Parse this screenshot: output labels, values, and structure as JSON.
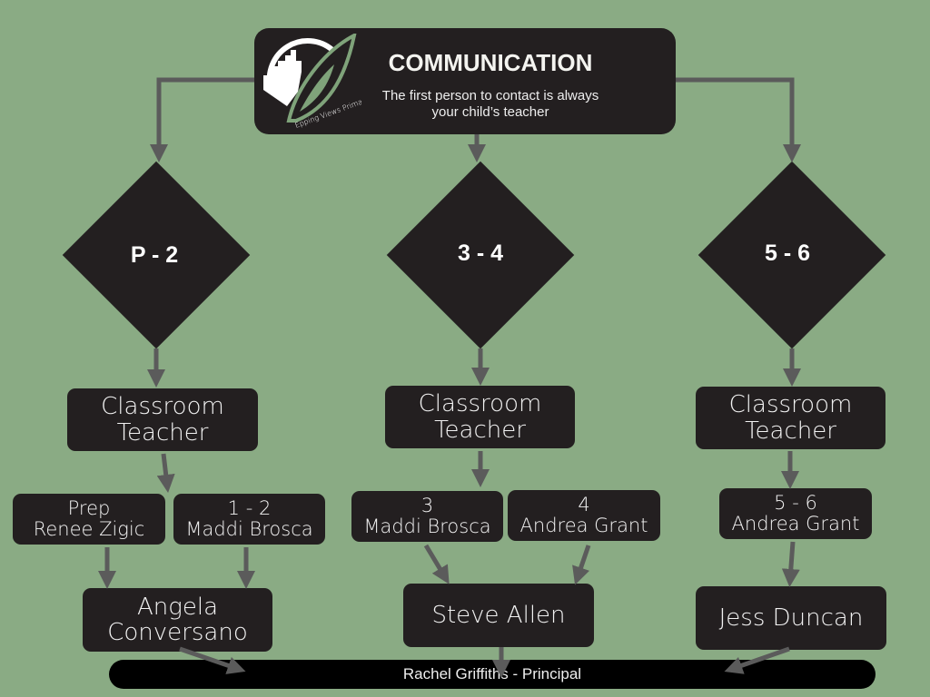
{
  "header": {
    "title": "COMMUNICATION",
    "subtitle_line1": "The first person to contact is always",
    "subtitle_line2": "your child’s teacher",
    "logo_text": "Epping Views Primary"
  },
  "columns": [
    {
      "band": "P - 2",
      "role_line1": "Classroom",
      "role_line2": "Teacher",
      "classes": [
        {
          "year": "Prep",
          "teacher": "Renee Zigic"
        },
        {
          "year": "1 - 2",
          "teacher": "Maddi Brosca"
        }
      ],
      "leader_line1": "Angela",
      "leader_line2": "Conversano"
    },
    {
      "band": "3 - 4",
      "role_line1": "Classroom",
      "role_line2": "Teacher",
      "classes": [
        {
          "year": "3",
          "teacher": "Maddi Brosca"
        },
        {
          "year": "4",
          "teacher": "Andrea  Grant"
        }
      ],
      "leader_line1": "Steve Allen"
    },
    {
      "band": "5 - 6",
      "role_line1": "Classroom",
      "role_line2": "Teacher",
      "classes": [
        {
          "year": "5 - 6",
          "teacher": "Andrea  Grant"
        }
      ],
      "leader_line1": "Jess Duncan"
    }
  ],
  "principal": "Rachel Griffiths - Principal",
  "colors": {
    "background": "#8aab84",
    "box": "#231f20",
    "arrow": "#5b5b5b",
    "leaf": "#7fa37a"
  }
}
